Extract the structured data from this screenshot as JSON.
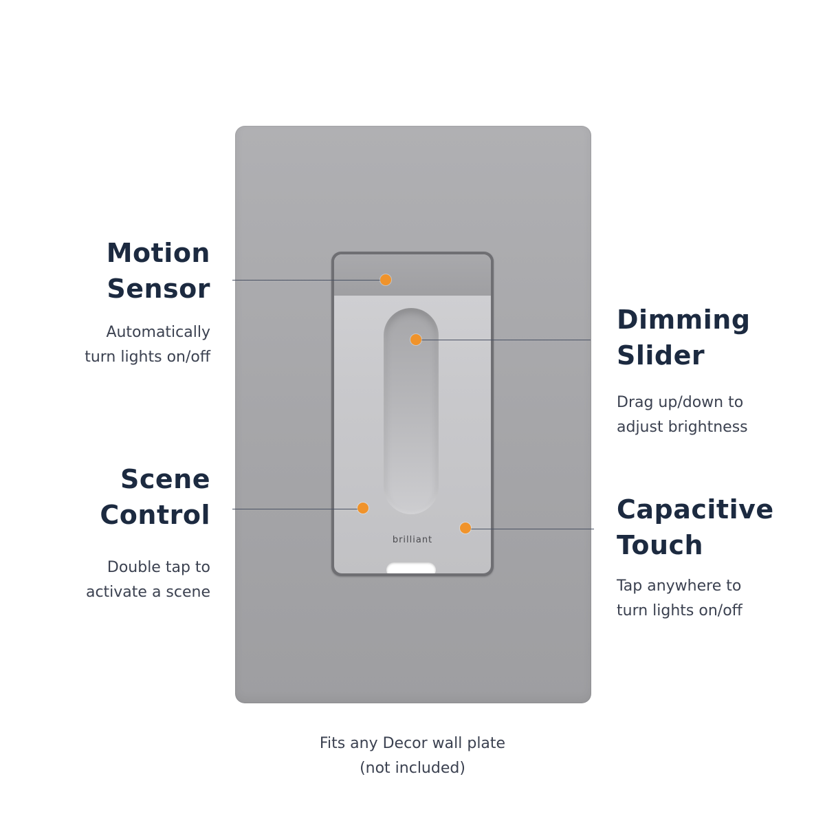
{
  "product": {
    "brand_logo_text": "brilliant"
  },
  "features": {
    "motion_sensor": {
      "title": "Motion\nSensor",
      "description": "Automatically\nturn lights on/off"
    },
    "scene_control": {
      "title": "Scene\nControl",
      "description": "Double tap to\nactivate a scene"
    },
    "dimming_slider": {
      "title": "Dimming\nSlider",
      "description": "Drag up/down to\nadjust brightness"
    },
    "capacitive_touch": {
      "title": "Capacitive\nTouch",
      "description": "Tap anywhere to\nturn lights on/off"
    }
  },
  "footnote": "Fits any Decor wall plate\n(not included)",
  "colors": {
    "hotspot": "#f0932b",
    "title_text": "#1c2a40",
    "body_text": "#3b4150",
    "wall_plate": "#a7a7aa",
    "switch_face": "#c9c9cc"
  }
}
